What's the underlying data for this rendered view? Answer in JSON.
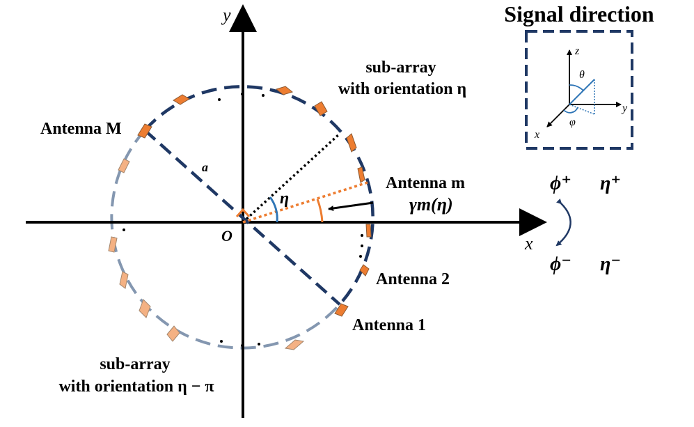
{
  "inset": {
    "title": "Signal direction",
    "z": "z",
    "y": "y",
    "x": "x",
    "theta": "θ",
    "phi": "φ"
  },
  "axes": {
    "x": "x",
    "y": "y",
    "origin": "O"
  },
  "labels": {
    "subarray_top_1": "sub-array",
    "subarray_top_2": "with orientation η",
    "subarray_bottom_1": "sub-array",
    "subarray_bottom_2": "with orientation η − π",
    "antenna_M": "Antenna M",
    "antenna_m": "Antenna m",
    "gamma": "γm(η)",
    "antenna_2": "Antenna 2",
    "antenna_1": "Antenna 1",
    "radius": "a",
    "eta_angle": "η"
  },
  "symbols": {
    "phi_plus": "ϕ⁺",
    "eta_plus": "η⁺",
    "phi_minus": "ϕ⁻",
    "eta_minus": "η⁻"
  },
  "colors": {
    "navy": "#1f3864",
    "orange": "#ed7d31",
    "light_orange": "#f4b183",
    "blue_arc": "#2e75b6",
    "gray_circle": "#8497b0"
  }
}
